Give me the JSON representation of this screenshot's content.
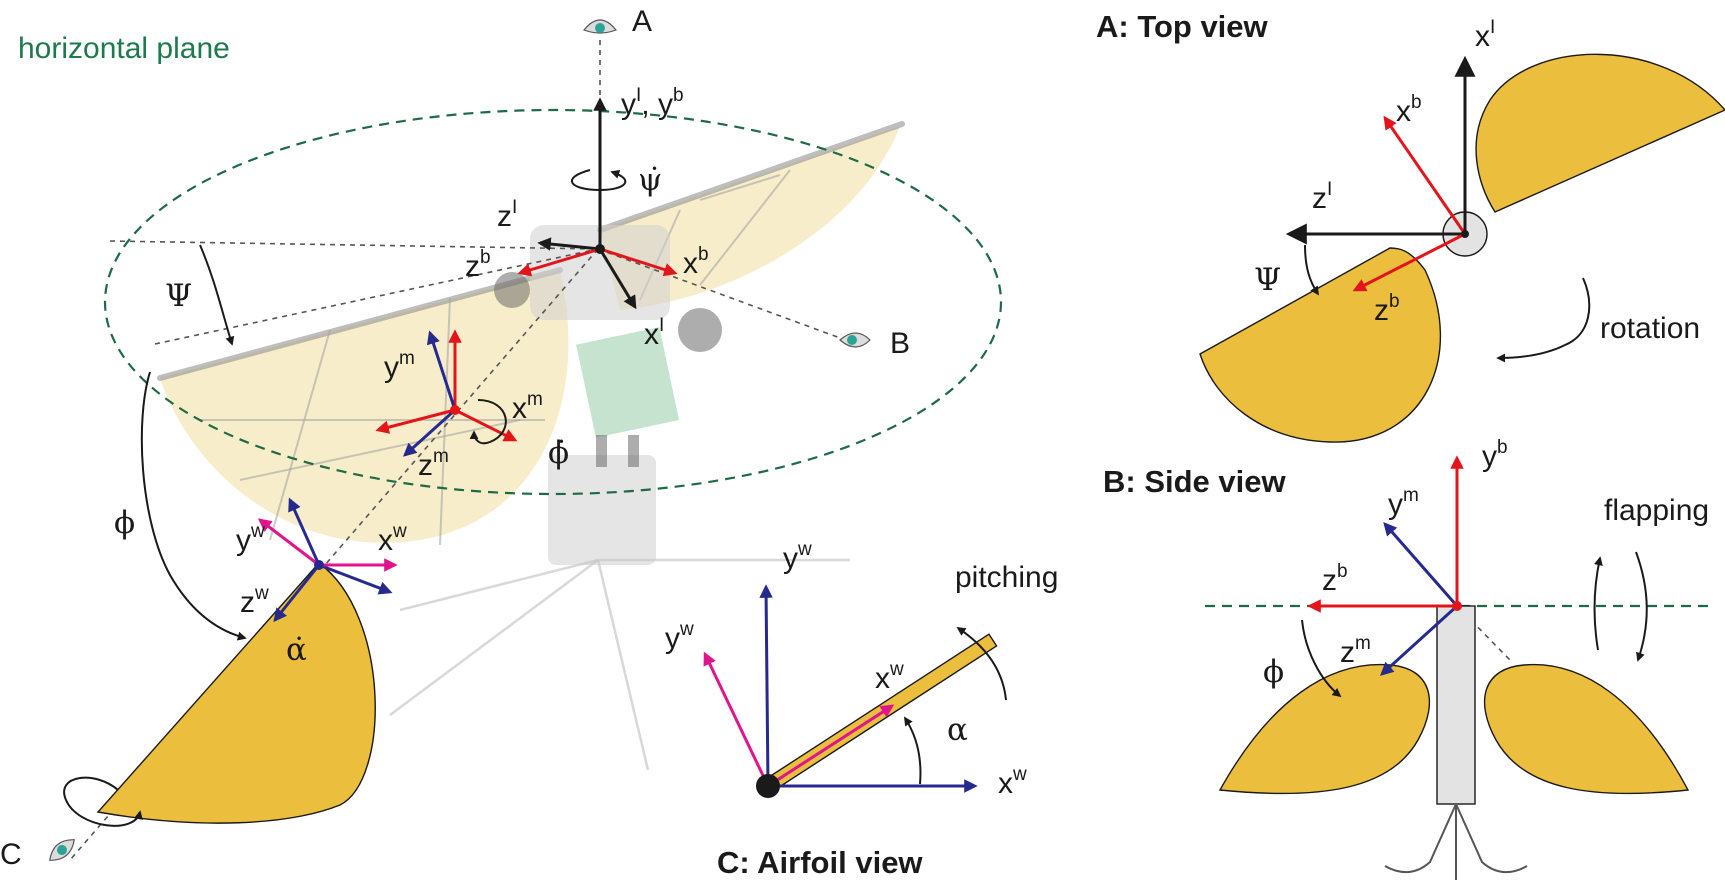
{
  "figure": {
    "plane_label": "horizontal plane",
    "view_markers": {
      "a": "A",
      "b": "B",
      "c": "C"
    },
    "main_view": {
      "inertial_axes": {
        "vertical": [
          "y",
          "I",
          ", y",
          "b"
        ],
        "x": [
          "x",
          "I"
        ],
        "z": [
          "z",
          "I"
        ]
      },
      "body_axes": {
        "x": [
          "x",
          "b"
        ],
        "z": [
          "z",
          "b"
        ]
      },
      "motor_axes": {
        "x": [
          "x",
          "m"
        ],
        "y": [
          "y",
          "m"
        ],
        "z": [
          "z",
          "m"
        ]
      },
      "wing_axes": {
        "x": [
          "x",
          "w"
        ],
        "y": [
          "y",
          "w"
        ],
        "z": [
          "z",
          "w"
        ]
      },
      "angles": {
        "psi": "Ψ",
        "phi": "ϕ",
        "psi_dot": "ψ̇",
        "phi_dot": "ϕ̇",
        "alpha_dot": "α̇"
      }
    },
    "panel_a": {
      "title": "A: Top view",
      "labels": {
        "x_inertial": [
          "x",
          "I"
        ],
        "x_body": [
          "x",
          "b"
        ],
        "z_inertial": [
          "z",
          "I"
        ],
        "z_body": [
          "z",
          "b"
        ],
        "psi": "Ψ"
      },
      "caption": "rotation"
    },
    "panel_b": {
      "title": "B: Side view",
      "labels": {
        "y_body": [
          "y",
          "b"
        ],
        "y_motor": [
          "y",
          "m"
        ],
        "z_body": [
          "z",
          "b"
        ],
        "z_motor": [
          "z",
          "m"
        ],
        "phi": "ϕ"
      },
      "caption": "flapping"
    },
    "panel_c": {
      "title": "C: Airfoil view",
      "labels": {
        "y_w_up": [
          "y",
          "w"
        ],
        "y_w_tilt": [
          "y",
          "w"
        ],
        "x_w_chord": [
          "x",
          "w"
        ],
        "x_w_horiz": [
          "x",
          "w"
        ],
        "alpha": "α"
      },
      "caption": "pitching"
    },
    "colors": {
      "inertial_axis": "#1a1a1a",
      "body_axis": "#e3151b",
      "motor_axis": "#262a8f",
      "wing_y_axis": "#e0158e",
      "wing_fill": "#ebbe3d",
      "plane_dash": "#1d6b45"
    }
  }
}
